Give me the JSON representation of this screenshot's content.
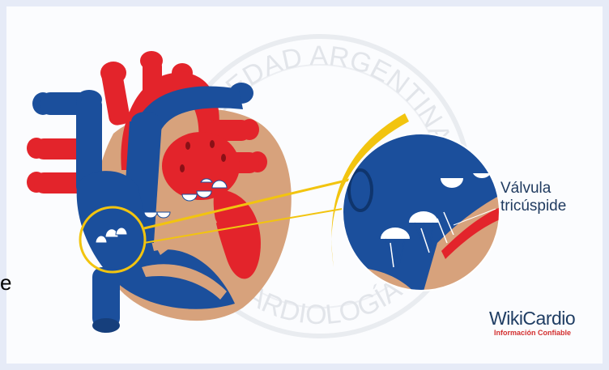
{
  "label": {
    "line1": "Válvula",
    "line2": "tricúspide"
  },
  "logo": {
    "name": "WikiCardio",
    "tagline": "Información Confiable"
  },
  "watermark": {
    "top": "SOCIEDAD ARGENTINA",
    "bottom": "DE CARDIOLOGÍA"
  },
  "stray_letter": "e",
  "colors": {
    "vein_blue": "#1b4f9c",
    "artery_red": "#e3242b",
    "muscle_tan": "#d7a27c",
    "highlight_yellow": "#f2c40f",
    "valve_white": "#ffffff"
  }
}
